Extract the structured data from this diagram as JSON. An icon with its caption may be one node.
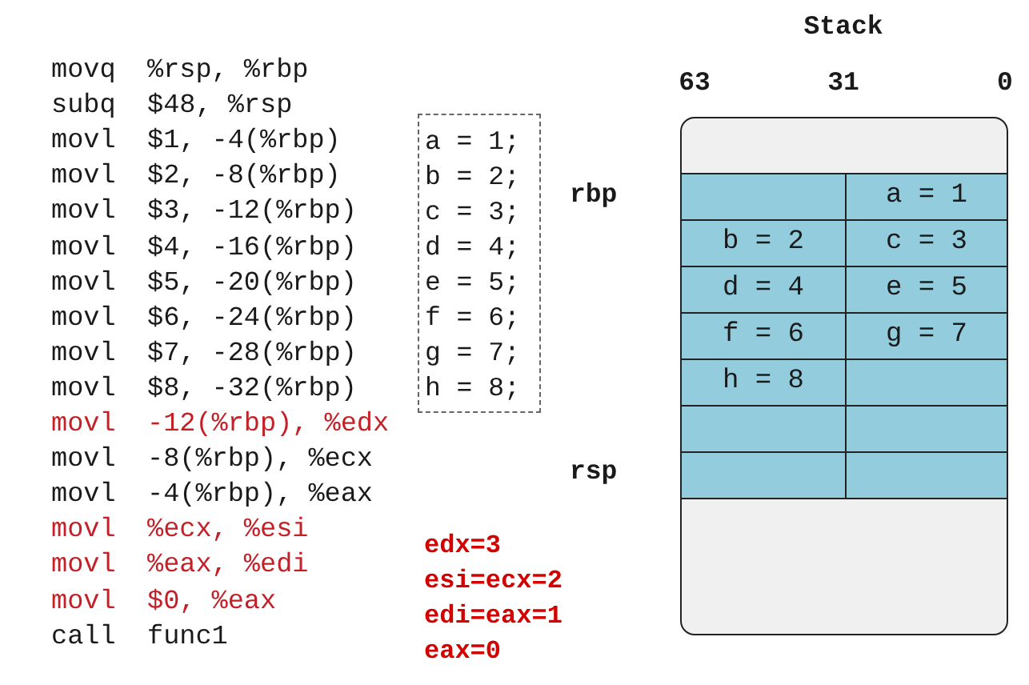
{
  "diagram": {
    "nodes": [
      {
        "text": [
          "Stack"
        ]
      },
      {
        "text": [
          "a = 1;",
          "b = 2;",
          "c = 3;",
          "d = 4;",
          "e = 5;",
          "f = 6;",
          "g = 7;",
          "h = 8;"
        ]
      },
      {
        "text": [],
        "shape": "box",
        "in": 0
      },
      {
        "text": [
          "a = 1"
        ],
        "in": 0
      },
      {
        "text": [
          "b = 2"
        ],
        "in": 0
      },
      {
        "text": [
          "c = 3"
        ],
        "in": 0
      },
      {
        "text": [
          "d = 4"
        ],
        "in": 0
      },
      {
        "text": [
          "e = 5"
        ],
        "in": 0
      },
      {
        "text": [
          "f = 6"
        ],
        "in": 0
      },
      {
        "text": [
          "g = 7"
        ],
        "in": 0
      },
      {
        "text": [
          "h = 8"
        ],
        "in": 0
      },
      {
        "text": [],
        "shape": "box",
        "in": 0
      },
      {
        "text": [],
        "shape": "box",
        "in": 0
      },
      {
        "text": [],
        "shape": "box",
        "in": 0
      },
      {
        "text": [],
        "shape": "box",
        "in": 0
      },
      {
        "text": [],
        "shape": "box",
        "in": 0
      }
    ],
    "labels": [
      "63",
      "31",
      "0",
      "movq",
      "%rsp, %rbp",
      "subq",
      "$48, %rsp",
      "movl",
      "$1, -4(%rbp)",
      "movl",
      "$2, -8(%rbp)",
      "movl",
      "$3, -12(%rbp)",
      "movl",
      "$4, -16(%rbp)",
      "movl",
      "$5, -20(%rbp)",
      "movl",
      "$6, -24(%rbp)",
      "movl",
      "$7, -28(%rbp)",
      "movl",
      "$8, -32(%rbp)",
      "movl",
      "-12(%rbp), %edx",
      "movl",
      "-8(%rbp), %ecx",
      "movl",
      "-4(%rbp), %eax",
      "movl",
      "%ecx, %esi",
      "movl",
      "%eax, %edi",
      "movl",
      "$0, %eax",
      "call",
      "func1",
      "edx=3",
      "esi=ecx=2",
      "edi=eax=1",
      "eax=0",
      "rbp",
      "rsp"
    ]
  }
}
